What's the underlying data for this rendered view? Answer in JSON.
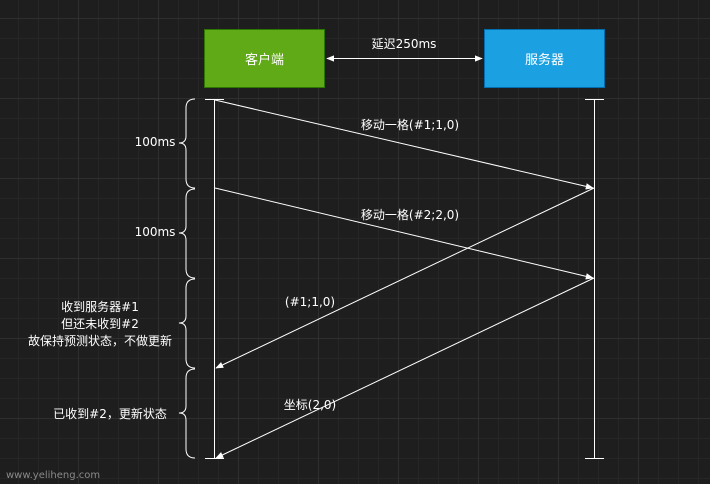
{
  "participants": {
    "client": "客户端",
    "server": "服务器"
  },
  "latency_label": "延迟250ms",
  "intervals": {
    "first": "100ms",
    "second": "100ms",
    "third_lines": [
      "收到服务器#1",
      "但还未收到#2",
      "故保持预测状态，不做更新"
    ],
    "fourth": "已收到#2，更新状态"
  },
  "messages": {
    "move1": "移动一格(#1;1,0)",
    "move2": "移动一格(#2;2,0)",
    "ack1": "(#1;1,0)",
    "ack2": "坐标(2,0)"
  },
  "watermark": "www.yeliheng.com",
  "colors": {
    "background": "#1e1e1e",
    "client": "#60a917",
    "server": "#1ba1e2",
    "line": "#ffffff"
  }
}
